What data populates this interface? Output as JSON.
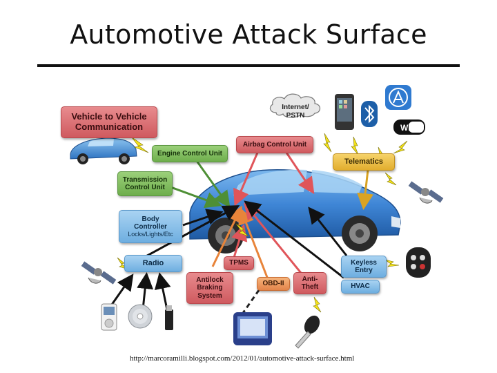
{
  "slide": {
    "title": "Automotive Attack Surface",
    "source_url": "http://marcoramilli.blogspot.com/2012/01/automotive-attack-surface.html"
  },
  "diagram": {
    "components": {
      "v2v": "Vehicle to Vehicle Communication",
      "ecu": "Engine Control Unit",
      "airbag": "Airbag Control Unit",
      "telematics": "Telematics",
      "transmission_line1": "Transmission",
      "transmission_line2": "Control Unit",
      "body_line1": "Body",
      "body_line2": "Controller",
      "body_sub": "Locks/Lights/Etc",
      "radio": "Radio",
      "tpms": "TPMS",
      "abs_line1": "Antilock",
      "abs_line2": "Braking",
      "abs_line3": "System",
      "obd": "OBD-II",
      "anti_theft_line1": "Anti-",
      "anti_theft_line2": "Theft",
      "keyless_line1": "Keyless",
      "keyless_line2": "Entry",
      "hvac": "HVAC"
    },
    "icons": {
      "internet_line1": "Internet/",
      "internet_line2": "PSTN",
      "wifi": "WiFi"
    },
    "colors": {
      "car_body": "#3f86d6",
      "red_box": "#d9666b",
      "green_box": "#7bbb56",
      "blue_box": "#7db8e6",
      "orange_box": "#e88f52",
      "gold_box": "#e7b53c",
      "lightning": "#f3e21d"
    }
  }
}
